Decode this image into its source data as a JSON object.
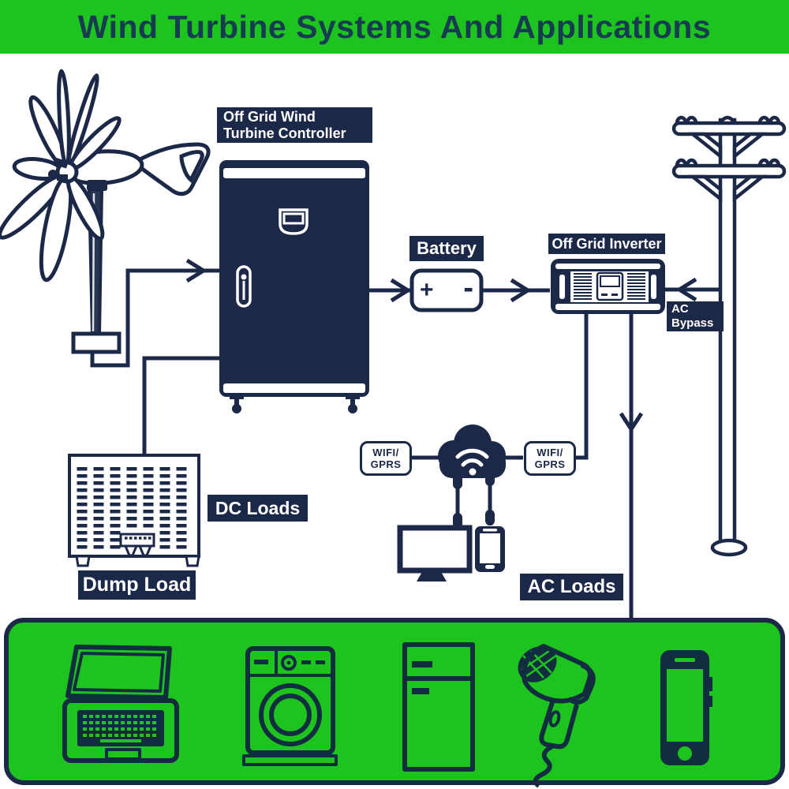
{
  "header": {
    "title": "Wind Turbine Systems And Applications"
  },
  "colors": {
    "green": "#1ec41e",
    "navy": "#1c2847",
    "icon_navy": "#122c40",
    "header_text": "#173c52",
    "white": "#ffffff"
  },
  "labels": {
    "controller_line1": "Off Grid Wind",
    "controller_line2": "Turbine Controller",
    "battery": "Battery",
    "inverter": "Off Grid Inverter",
    "ac_bypass_line1": "AC",
    "ac_bypass_line2": "Bypass",
    "dc_loads": "DC Loads",
    "dump_load": "Dump Load",
    "ac_loads": "AC Loads"
  },
  "wifi_left": {
    "line1": "WIFI/",
    "line2": "GPRS"
  },
  "wifi_right": {
    "line1": "WIFI/",
    "line2": "GPRS"
  },
  "battery": {
    "plus": "+",
    "minus": "-"
  },
  "icons": [
    "wind-turbine-icon",
    "controller-cabinet-icon",
    "battery-icon",
    "inverter-icon",
    "utility-pole-icon",
    "dump-load-icon",
    "cloud-wifi-icon",
    "monitor-icon",
    "smartphone-icon",
    "laptop-icon",
    "washing-machine-icon",
    "refrigerator-icon",
    "hair-dryer-icon",
    "mobile-phone-icon"
  ]
}
